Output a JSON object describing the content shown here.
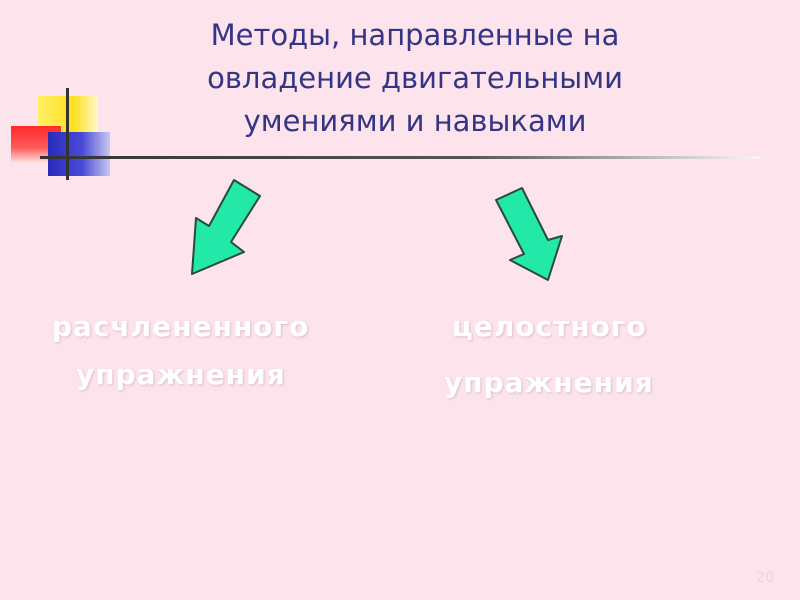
{
  "slide": {
    "title": "Методы, направленные на\nовладение двигательными\nумениями и навыками",
    "left_branch": {
      "line1": "расчлененного",
      "line2": "упражнения"
    },
    "right_branch": {
      "line1": "целостного",
      "line2": "упражнения"
    },
    "page_number": "20"
  },
  "colors": {
    "background": "#fde3ec",
    "title": "#353585",
    "arrow_fill": "#22e8a8",
    "label_text": "#ffffff"
  },
  "icons": {
    "decoration": "overlapping-color-squares",
    "left_arrow": "arrow-down-left-icon",
    "right_arrow": "arrow-down-right-icon"
  }
}
